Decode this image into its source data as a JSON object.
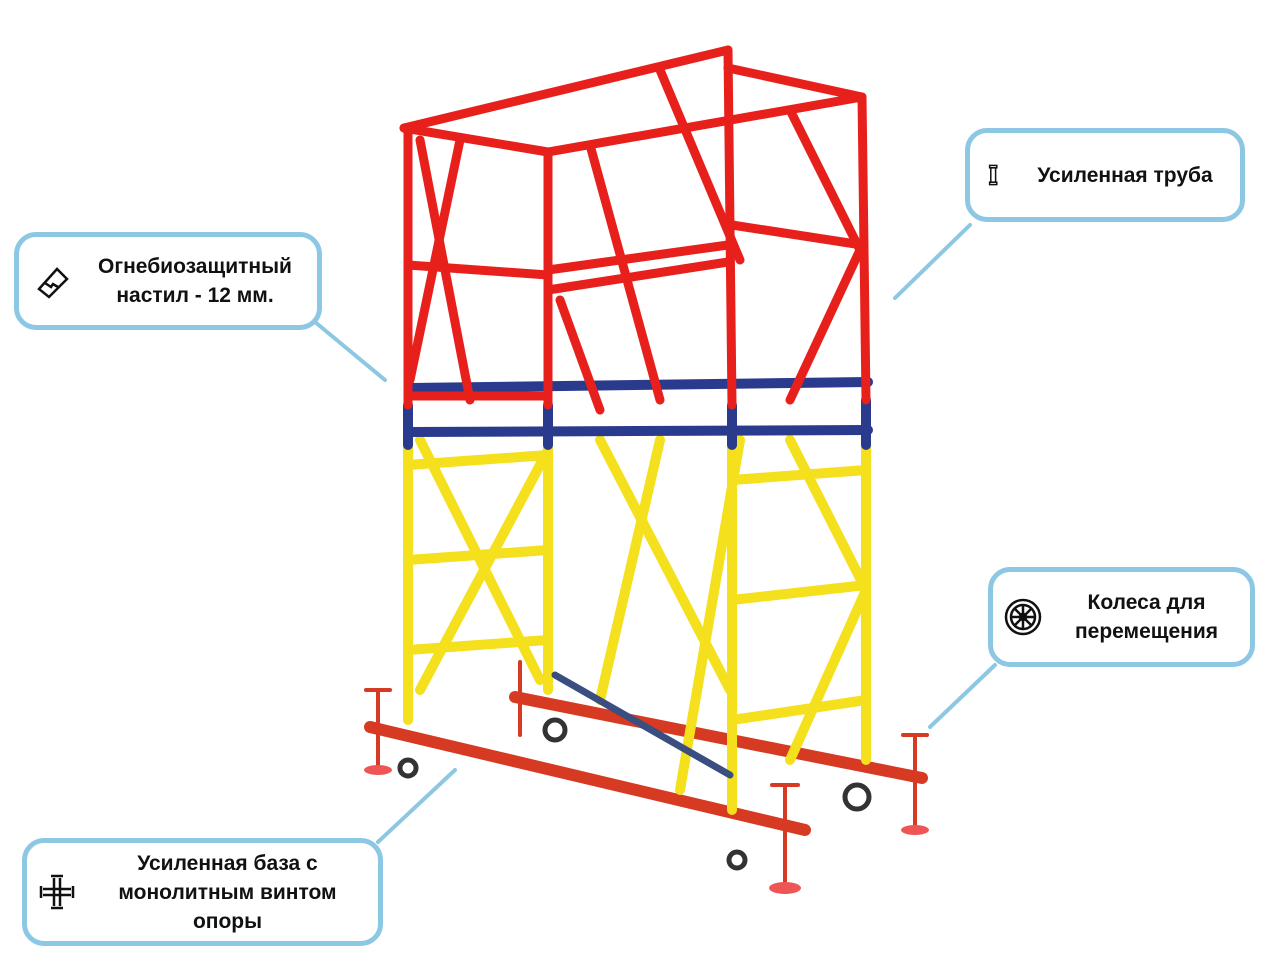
{
  "callouts": {
    "deck": {
      "icon": "deck-board-icon",
      "lines": [
        "Огнебиозащитный",
        "настил - 12 мм."
      ]
    },
    "pipe": {
      "icon": "pipe-icon",
      "lines": [
        "Усиленная труба"
      ]
    },
    "wheels": {
      "icon": "wheel-icon",
      "lines": [
        "Колеса для",
        "перемещения"
      ]
    },
    "base": {
      "icon": "cross-screw-icon",
      "lines": [
        "Усиленная база с",
        "монолитным винтом",
        "опоры"
      ]
    }
  },
  "colors": {
    "frame_top": "#e8201c",
    "frame_bottom": "#f4e01c",
    "deck": "#2a3a8c",
    "base": "#d63a22",
    "callout_border": "#8cc7e3"
  }
}
